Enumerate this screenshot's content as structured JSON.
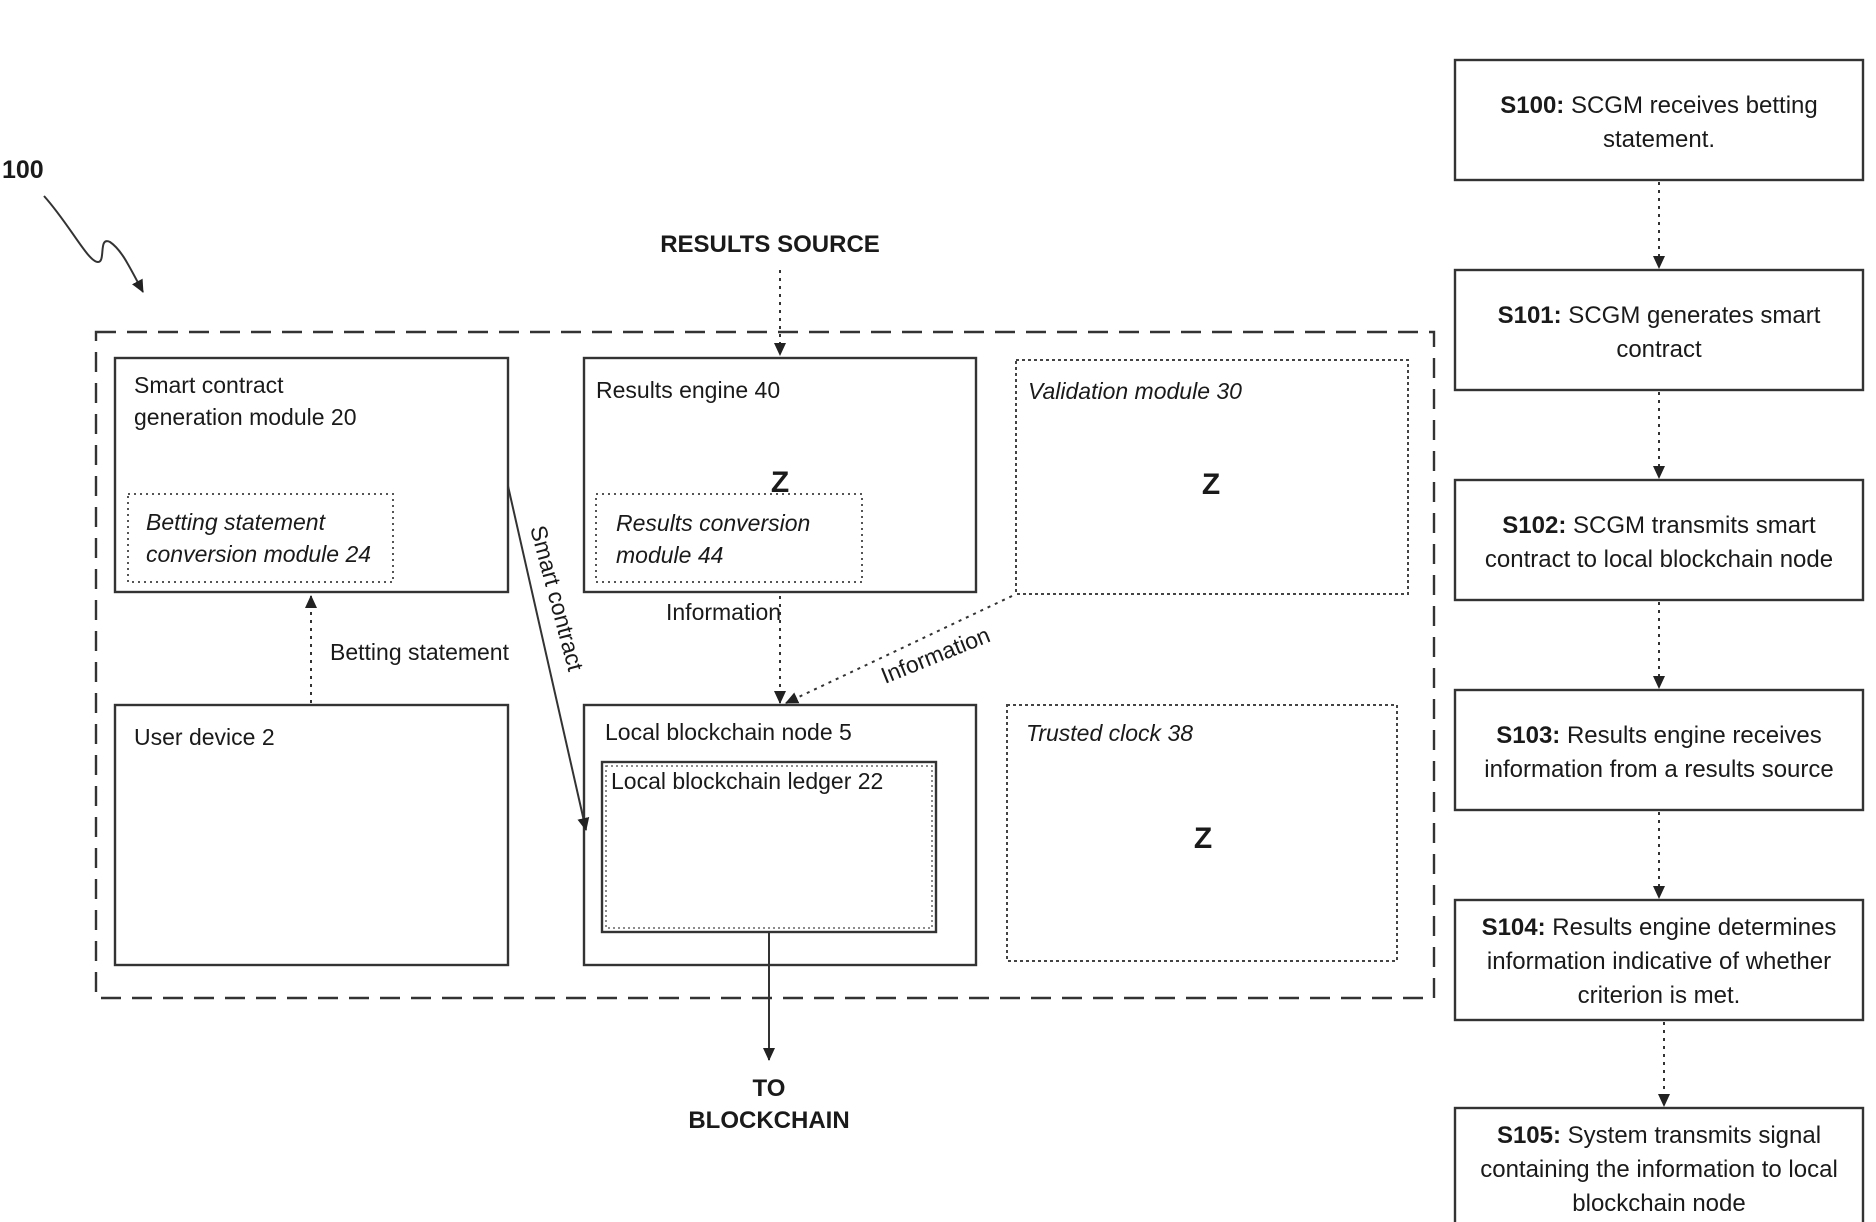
{
  "reference_numeral": "100",
  "results_source": "RESULTS SOURCE",
  "to_blockchain": [
    "TO",
    "BLOCKCHAIN"
  ],
  "z_mark": "Z",
  "modules": {
    "smart_contract_generation": [
      "Smart contract",
      "generation module 20"
    ],
    "betting_statement_conversion": [
      "Betting statement",
      "conversion module 24"
    ],
    "results_engine": "Results engine 40",
    "results_conversion": [
      "Results conversion",
      "module 44"
    ],
    "validation": "Validation module 30",
    "user_device": "User device 2",
    "local_blockchain_node": "Local blockchain node 5",
    "local_blockchain_ledger": "Local blockchain ledger 22",
    "trusted_clock": "Trusted clock 38"
  },
  "flow_labels": {
    "betting_statement": "Betting statement",
    "smart_contract": "Smart contract",
    "information_results": "Information",
    "information_validation": "Information"
  },
  "steps": [
    {
      "id": "S100:",
      "lines": [
        " SCGM receives betting",
        "statement."
      ]
    },
    {
      "id": "S101:",
      "lines": [
        " SCGM generates smart",
        "contract"
      ]
    },
    {
      "id": "S102:",
      "lines": [
        " SCGM transmits smart",
        "contract to local blockchain node"
      ]
    },
    {
      "id": "S103:",
      "lines": [
        " Results engine receives",
        "information from a results source"
      ]
    },
    {
      "id": "S104:",
      "lines": [
        " Results engine determines",
        "information indicative of whether",
        "criterion is met."
      ]
    },
    {
      "id": "S105:",
      "lines": [
        " System transmits signal",
        "containing the information to local",
        "blockchain node"
      ]
    }
  ]
}
